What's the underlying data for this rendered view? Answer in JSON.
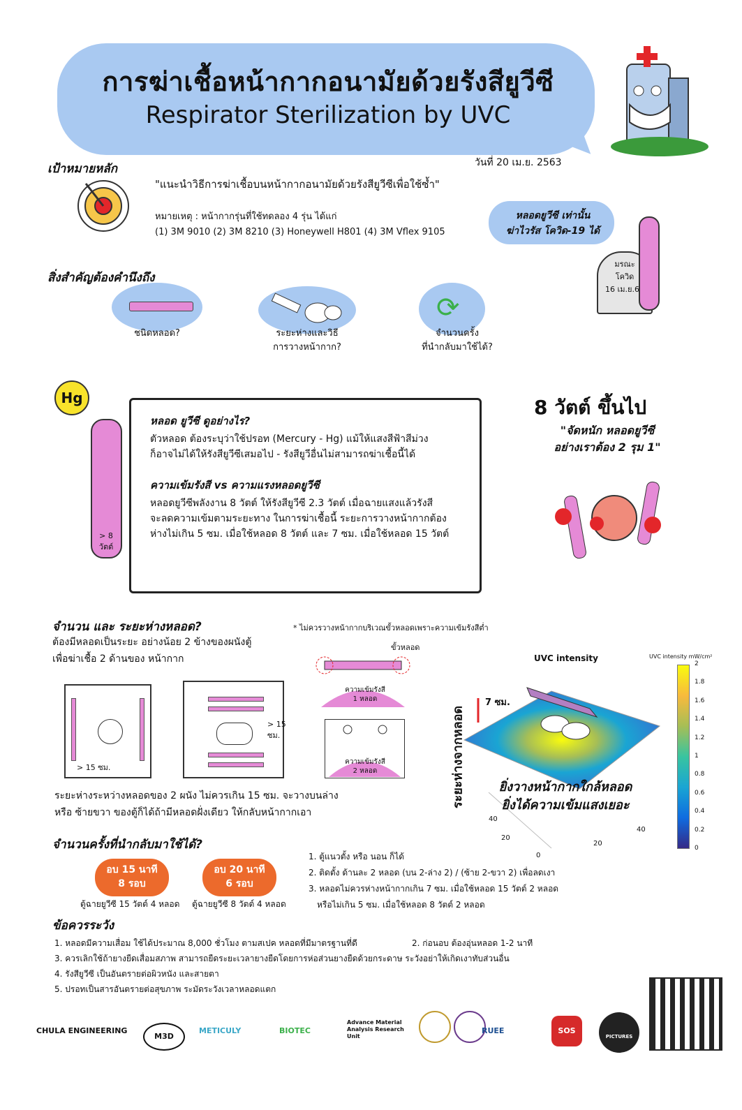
{
  "header": {
    "title_th": "การฆ่าเชื้อหน้ากากอนามัยด้วยรังสียูวีซี",
    "title_en": "Respirator Sterilization by UVC",
    "date": "วันที่ 20 เม.ย. 2563"
  },
  "goal": {
    "heading": "เป้าหมายหลัก",
    "quote": "\"แนะนำวิธีการฆ่าเชื้อบนหน้ากากอนามัยด้วยรังสียูวีซีเพื่อใช้ซ้ำ\"",
    "note": "หมายเหตุ : หน้ากากรุ่นที่ใช้ทดลอง 4 รุ่น ได้แก่",
    "models": "(1) 3M 9010    (2) 3M 8210    (3) Honeywell H801    (4) 3M Vflex 9105"
  },
  "virus_bubble": {
    "line1": "หลอดยูวีซี เท่านั้น",
    "line2": "ฆ่าไวรัส โควิด-19 ได้"
  },
  "tombstone": {
    "line1": "มรณะ",
    "line2": "โควิด",
    "line3": "16 เม.ย.63"
  },
  "considerations": {
    "heading": "สิ่งสำคัญต้องคำนึงถึง",
    "items": [
      {
        "label": "ชนิดหลอด?"
      },
      {
        "label1": "ระยะห่างและวิธี",
        "label2": "การวางหน้ากาก?"
      },
      {
        "label1": "จำนวนครั้ง",
        "label2": "ที่นำกลับมาใช้ได้?"
      }
    ]
  },
  "hg_badge": "Hg",
  "lamp_tag": {
    "line1": "> 8",
    "line2": "วัตต์"
  },
  "book": {
    "h1": "หลอด ยูวีซี ดูอย่างไร?",
    "p1a": "ตัวหลอด ต้องระบุว่าใช้ปรอท (Mercury - Hg) แม้ให้แสงสีฟ้าสีม่วง",
    "p1b": "ก็อาจไม่ได้ให้รังสียูวีซีเสมอไป - รังสียูวีอื่นไม่สามารถฆ่าเชื้อนี้ได้",
    "h2": "ความเข้มรังสี vs ความแรงหลอดยูวีซี",
    "p2a": "หลอดยูวีซีพลังงาน 8 วัตต์ ให้รังสียูวีซี 2.3 วัตต์ เมื่อฉายแสงแล้วรังสี",
    "p2b": "จะลดความเข้มตามระยะทาง ในการฆ่าเชื้อนี้ ระยะการวางหน้ากากต้อง",
    "p2c": "ห่างไม่เกิน 5 ซม. เมื่อใช้หลอด 8 วัตต์ และ 7 ซม. เมื่อใช้หลอด 15 วัตต์"
  },
  "watt": {
    "title": "8 วัตต์ ขึ้นไป",
    "line1": "\"จัดหนัก หลอดยูวีซี",
    "line2": "อย่างเราต้อง 2 รุม 1\""
  },
  "distance": {
    "heading": "จำนวน และ ระยะห่างหลอด?",
    "line1": "ต้องมีหลอดเป็นระยะ อย่างน้อย 2 ข้างของผนังตู้",
    "line2": "เพื่อฆ่าเชื้อ 2 ด้านของ หน้ากาก",
    "warn": "* ไม่ควรวางหน้ากากบริเวณขั้วหลอดเพราะความเข้มรังสีต่ำ",
    "dim1": "> 15 ซม.",
    "dim2a": "> 15",
    "dim2b": "ซม.",
    "pole": "ขั้วหลอด",
    "int1a": "ความเข้มรังสี",
    "int1b": "1 หลอด",
    "int2a": "ความเข้มรังสี",
    "int2b": "2 หลอด",
    "bottom1": "ระยะห่างระหว่างหลอดของ 2 ผนัง ไม่ควรเกิน 15 ซม. จะวางบนล่าง",
    "bottom2": "หรือ ซ้ายขวา ของตู้ก็ได้ถ้ามีหลอดฝั่งเดียว ให้กลับหน้ากากเอา"
  },
  "plot": {
    "title": "UVC intensity",
    "cbar_label": "UVC intensity mW/cm²",
    "ticks": [
      "2",
      "1.8",
      "1.6",
      "1.4",
      "1.2",
      "1",
      "0.8",
      "0.6",
      "0.4",
      "0.2",
      "0"
    ],
    "dist_label": "7 ซม.",
    "yaxis_label": "ระยะห่างจากหลอด",
    "axis_ticks_left": [
      "40",
      "20",
      "0"
    ],
    "axis_ticks_right": [
      "40",
      "20"
    ],
    "caption1": "ยิ่งวางหน้ากากใกล้หลอด",
    "caption2": "ยิ่งได้ความเข้มแสงเยอะ"
  },
  "reuse": {
    "heading": "จำนวนครั้งที่นำกลับมาใช้ได้?",
    "pill1a": "อบ 15 นาที",
    "pill1b": "8 รอบ",
    "pill1cap": "ตู้ฉายยูวีซี 15 วัตต์ 4 หลอด",
    "pill2a": "อบ 20 นาที",
    "pill2b": "6 รอบ",
    "pill2cap": "ตู้ฉายยูวีซี 8 วัตต์ 4 หลอด",
    "notes": [
      "1. ตู้แนวตั้ง หรือ นอน ก็ได้",
      "2. ติดตั้ง ด้านละ 2 หลอด (บน 2-ล่าง 2) / (ซ้าย 2-ขวา 2) เพื่อลดเงา",
      "3. หลอดไม่ควรห่างหน้ากากเกิน 7 ซม. เมื่อใช้หลอด 15 วัตต์ 2 หลอด",
      "หรือไม่เกิน 5 ซม. เมื่อใช้หลอด 8 วัตต์ 2 หลอด"
    ]
  },
  "cautions": {
    "heading": "ข้อควรระวัง",
    "items": [
      "1. หลอดมีความเสื่อม ใช้ได้ประมาณ 8,000 ชั่วโมง ตามสเปค หลอดที่มีมาตรฐานที่ดี",
      "2. ก่อนอบ ต้องอุ่นหลอด 1-2 นาที",
      "3. ควรเลิกใช้ถ้ายางยืดเสื่อมสภาพ สามารถยืดระยะเวลายางยืดโดยการห่อส่วนยางยืดด้วยกระดาษ ระวังอย่าให้เกิดเงาทับส่วนอื่น",
      "4.  รังสียูวีซี เป็นอันตรายต่อผิวหนัง และสายตา",
      "5. ปรอทเป็นสารอันตรายต่อสุขภาพ ระมัดระวังเวลาหลอดแตก"
    ]
  },
  "logos": [
    "CHULA ENGINEERING",
    "M3D",
    "METICULY",
    "BIOTEC",
    "Advance Material Analysis Research Unit",
    "RUEE",
    "SOS",
    "PICTURES TALK"
  ],
  "colors": {
    "title_bubble": "#a9c9f1",
    "lamp_pink": "#e58ad6",
    "pill_orange": "#ec6a2c"
  }
}
